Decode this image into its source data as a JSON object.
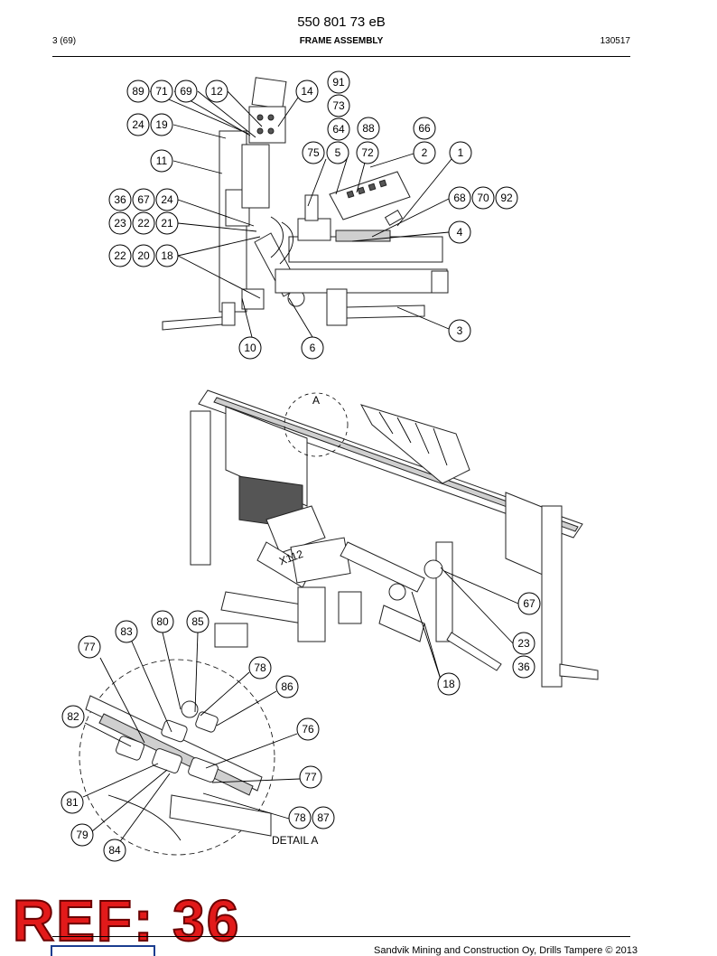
{
  "header": {
    "doc_number": "550 801 73 eB",
    "page": "3 (69)",
    "title": "FRAME ASSEMBLY",
    "date_code": "130517"
  },
  "drawing": {
    "detail_label": "DETAIL A",
    "view_marker": "A",
    "connector_label": "X112",
    "top_callouts": [
      "89",
      "71",
      "69",
      "12",
      "14",
      "91",
      "73",
      "64",
      "88",
      "66",
      "24",
      "19",
      "75",
      "5",
      "72",
      "2",
      "1",
      "11",
      "68",
      "70",
      "92",
      "36",
      "67",
      "24",
      "23",
      "22",
      "21",
      "4",
      "22",
      "20",
      "18",
      "3",
      "10",
      "6"
    ],
    "middle_callouts": [
      "67",
      "23",
      "36",
      "18"
    ],
    "detail_callouts": [
      "80",
      "85",
      "83",
      "77",
      "78",
      "86",
      "82",
      "76",
      "77",
      "81",
      "78",
      "87",
      "79",
      "84"
    ]
  },
  "stamp": {
    "ref_text": "REF: 36"
  },
  "footer": {
    "copyright": "Sandvik Mining and Construction Oy, Drills Tampere © 2013"
  },
  "colors": {
    "ref_fill": "#e21a1a",
    "ref_outline": "#6b0000",
    "logo_blue": "#1a3d8f"
  }
}
